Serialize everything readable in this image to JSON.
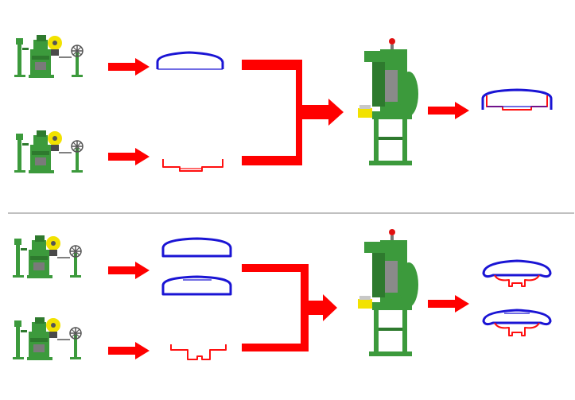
{
  "colors": {
    "arrow": "#ff0000",
    "divider": "#808080",
    "cap_blue": "#1a14d4",
    "body_red": "#ff1010",
    "machine_green": "#3c9a3c",
    "machine_yellow": "#f2e200",
    "lamp_red": "#e01010"
  },
  "icons": {
    "feeder_press": "feeder-press-machine-icon",
    "assembly_press": "assembly-press-machine-icon",
    "blue_dome_cap": "blue-dome-cap-part",
    "red_flat_base": "red-flat-base-part",
    "red_post_base": "red-post-base-part",
    "assembled_button": "assembled-button-part"
  },
  "sections": [
    {
      "id": "top",
      "inputs": [
        {
          "part": "blue_dome_cap"
        },
        {
          "part": "red_flat_base"
        }
      ],
      "outputs": [
        {
          "part": "assembled_flat_button"
        }
      ]
    },
    {
      "id": "bottom",
      "inputs": [
        {
          "part": "blue_dome_cap_pair"
        },
        {
          "part": "red_post_base"
        }
      ],
      "outputs": [
        {
          "part": "assembled_post_button"
        },
        {
          "part": "assembled_post_button_alt"
        }
      ]
    }
  ]
}
